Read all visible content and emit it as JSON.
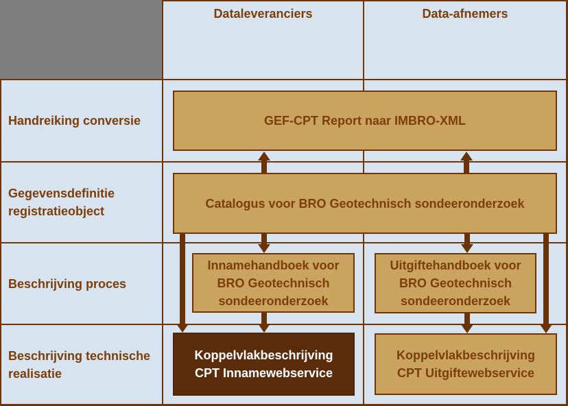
{
  "colors": {
    "background_light_blue": "#d8e3f0",
    "grid_and_border_brown": "#6f3506",
    "text_brown": "#7b3e08",
    "box_fill_tan": "#caa45e",
    "highlighted_box_fill": "#5b2c0c",
    "highlighted_box_text": "#ffffff",
    "arrow_brown": "#693207",
    "corner_cell_gray": "#7f7f7f"
  },
  "column_headers": [
    {
      "label": "Dataleveranciers"
    },
    {
      "label": "Data-afnemers"
    }
  ],
  "row_labels": [
    {
      "label": "Handreiking conversie"
    },
    {
      "label": "Gegevensdefinitie\nregistratieobject"
    },
    {
      "label": "Beschrijving proces"
    },
    {
      "label": "Beschrijving technische\nrealisatie"
    }
  ],
  "boxes": {
    "gef_cpt": {
      "label": "GEF-CPT Report naar IMBRO-XML",
      "row": "Handreiking conversie",
      "columns": "both",
      "highlighted": false
    },
    "catalogus": {
      "label": "Catalogus voor BRO Geotechnisch sondeeronderzoek",
      "row": "Gegevensdefinitie registratieobject",
      "columns": "both",
      "highlighted": false
    },
    "innamehandboek": {
      "label": "Innamehandboek voor\nBRO Geotechnisch\nsondeeronderzoek",
      "row": "Beschrijving proces",
      "columns": "Dataleveranciers",
      "highlighted": false
    },
    "uitgiftehandboek": {
      "label": "Uitgiftehandboek voor\nBRO Geotechnisch\nsondeeronderzoek",
      "row": "Beschrijving proces",
      "columns": "Data-afnemers",
      "highlighted": false
    },
    "koppelvlak_inname": {
      "label": "Koppelvlakbeschrijving\nCPT Innamewebservice",
      "row": "Beschrijving technische realisatie",
      "columns": "Dataleveranciers",
      "highlighted": true
    },
    "koppelvlak_uitgifte": {
      "label": "Koppelvlakbeschrijving\nCPT Uitgiftewebservice",
      "row": "Beschrijving technische realisatie",
      "columns": "Data-afnemers",
      "highlighted": false
    }
  },
  "arrows": [
    {
      "from": "catalogus",
      "to": "gef_cpt",
      "direction": "up",
      "column": "Dataleveranciers"
    },
    {
      "from": "catalogus",
      "to": "gef_cpt",
      "direction": "up",
      "column": "Data-afnemers"
    },
    {
      "from": "catalogus",
      "to": "innamehandboek",
      "direction": "down",
      "column": "Dataleveranciers"
    },
    {
      "from": "catalogus",
      "to": "uitgiftehandboek",
      "direction": "down",
      "column": "Data-afnemers"
    },
    {
      "from": "catalogus",
      "to": "koppelvlak_inname",
      "direction": "down",
      "column": "Dataleveranciers"
    },
    {
      "from": "catalogus",
      "to": "koppelvlak_uitgifte",
      "direction": "down",
      "column": "Data-afnemers"
    },
    {
      "from": "innamehandboek",
      "to": "koppelvlak_inname",
      "direction": "down",
      "column": "Dataleveranciers"
    },
    {
      "from": "uitgiftehandboek",
      "to": "koppelvlak_uitgifte",
      "direction": "down",
      "column": "Data-afnemers"
    }
  ]
}
